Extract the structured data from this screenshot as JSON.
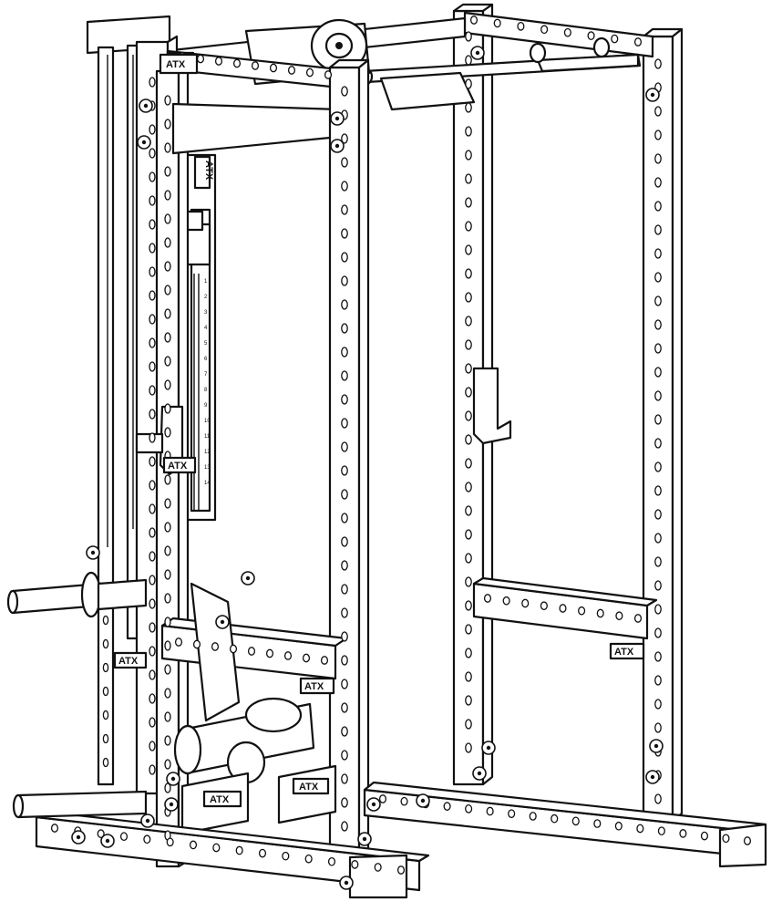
{
  "image": {
    "brand_marks": [
      "ATX",
      "ATX",
      "ATX",
      "ATX",
      "ATX",
      "ATX",
      "ATX",
      "ATX"
    ],
    "weight_stack_numbers": [
      "1",
      "2",
      "3",
      "4",
      "5",
      "6",
      "7",
      "8",
      "9",
      "10",
      "11",
      "12",
      "13",
      "14"
    ]
  }
}
